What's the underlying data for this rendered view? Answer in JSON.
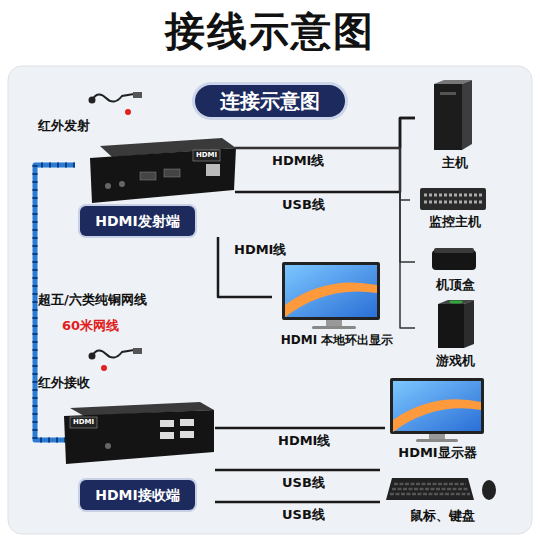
{
  "diagram": {
    "title": "接线示意图",
    "nodes": [
      {
        "text": [
          "连接示意图"
        ]
      },
      {
        "text": [
          "HDMI发射端"
        ]
      },
      {
        "text": [
          "主机"
        ]
      },
      {
        "text": [
          "监控主机"
        ]
      },
      {
        "text": [
          "机顶盒"
        ]
      },
      {
        "text": [
          "游戏机"
        ]
      },
      {
        "text": [
          "HDMI 本地环出显示"
        ]
      },
      {
        "text": [
          "HDMI接收端"
        ]
      },
      {
        "text": [
          "HDMI显示器"
        ]
      },
      {
        "text": [
          "鼠标、键盘"
        ]
      }
    ],
    "edges": [
      {
        "from": 1,
        "to": 2,
        "label": "HDMI线",
        "arrow": "none"
      },
      {
        "from": 1,
        "to": 2,
        "label": "USB线",
        "arrow": "none"
      },
      {
        "from": 1,
        "to": 3,
        "arrow": "none"
      },
      {
        "from": 1,
        "to": 4,
        "arrow": "none"
      },
      {
        "from": 1,
        "to": 5,
        "arrow": "none"
      },
      {
        "from": 1,
        "to": 6,
        "label": "HDMI线",
        "arrow": "none"
      },
      {
        "from": 1,
        "to": 7,
        "label": "超五/六类纯铜网线",
        "arrow": "none"
      },
      {
        "from": 7,
        "to": 8,
        "label": "HDMI线",
        "arrow": "none"
      },
      {
        "from": 7,
        "to": 9,
        "label": "USB线",
        "arrow": "none"
      },
      {
        "from": 7,
        "to": 9,
        "label": "USB线",
        "arrow": "none"
      }
    ],
    "labels": [
      "红外发射",
      "HDMI",
      "60米网线",
      "红外接收",
      "HDMI"
    ]
  }
}
